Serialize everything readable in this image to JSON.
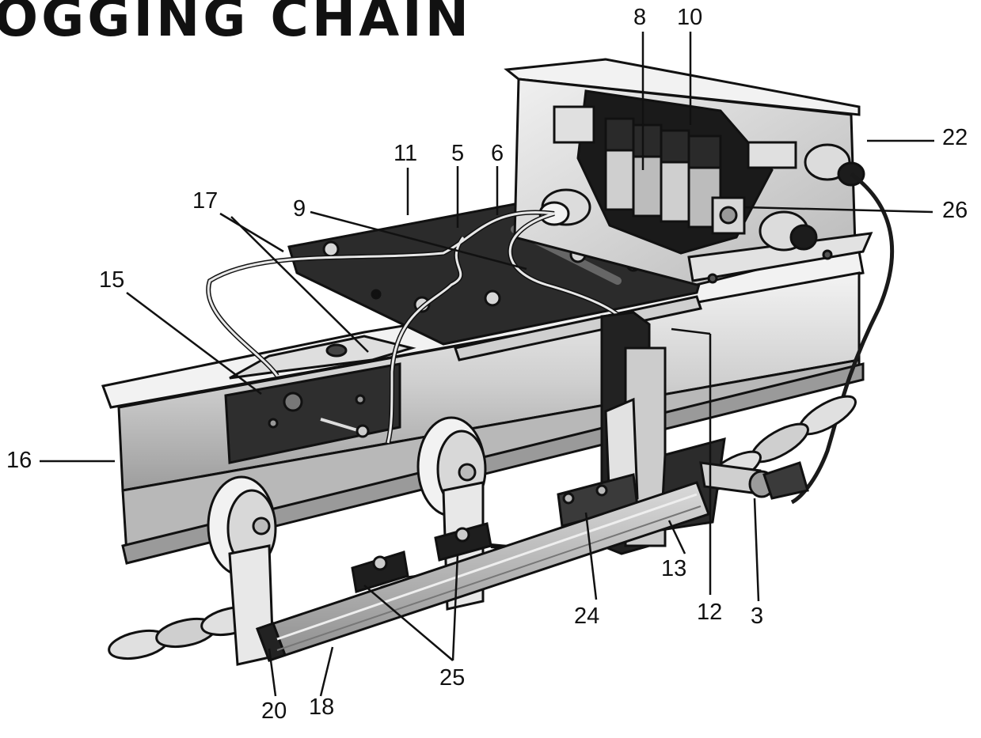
{
  "title": "OGGING CHAIN",
  "colors": {
    "ink": "#111111",
    "steel_light": "#e8e8e8",
    "steel_mid": "#bdbdbd",
    "steel_dark": "#8a8a8a",
    "plate": "#2b2b2b",
    "cavity": "#1a1a1a",
    "background": "#ffffff"
  },
  "callouts": [
    {
      "id": "c8",
      "text": "8"
    },
    {
      "id": "c10",
      "text": "10"
    },
    {
      "id": "c22",
      "text": "22"
    },
    {
      "id": "c11",
      "text": "11"
    },
    {
      "id": "c5",
      "text": "5"
    },
    {
      "id": "c6",
      "text": "6"
    },
    {
      "id": "c17",
      "text": "17"
    },
    {
      "id": "c9",
      "text": "9"
    },
    {
      "id": "c26",
      "text": "26"
    },
    {
      "id": "c15",
      "text": "15"
    },
    {
      "id": "c16",
      "text": "16"
    },
    {
      "id": "c12",
      "text": "12"
    },
    {
      "id": "c13",
      "text": "13"
    },
    {
      "id": "c3",
      "text": "3"
    },
    {
      "id": "c24",
      "text": "24"
    },
    {
      "id": "c25",
      "text": "25"
    },
    {
      "id": "c20",
      "text": "20"
    },
    {
      "id": "c18",
      "text": "18"
    }
  ]
}
